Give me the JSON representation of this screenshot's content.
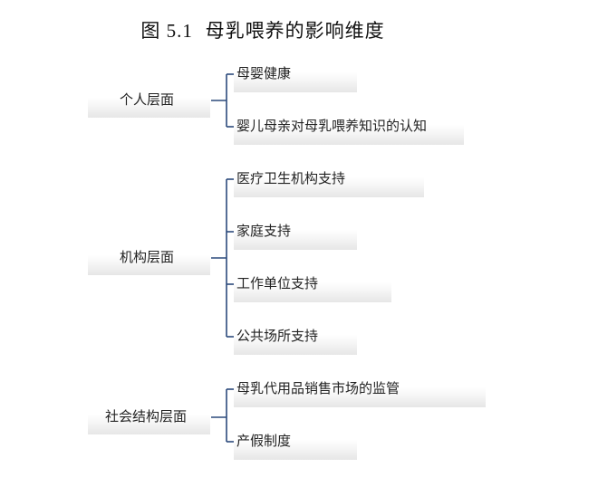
{
  "title": {
    "number": "图 5.1",
    "text": "母乳喂养的影响维度"
  },
  "groups": [
    {
      "label": "个人层面",
      "items": [
        "母婴健康",
        "婴儿母亲对母乳喂养知识的认知"
      ]
    },
    {
      "label": "机构层面",
      "items": [
        "医疗卫生机构支持",
        "家庭支持",
        "工作单位支持",
        "公共场所支持"
      ]
    },
    {
      "label": "社会结构层面",
      "items": [
        "母乳代用品销售市场的监管",
        "产假制度"
      ]
    }
  ],
  "colors": {
    "connector": "#2c4a7c",
    "text": "#222222"
  }
}
